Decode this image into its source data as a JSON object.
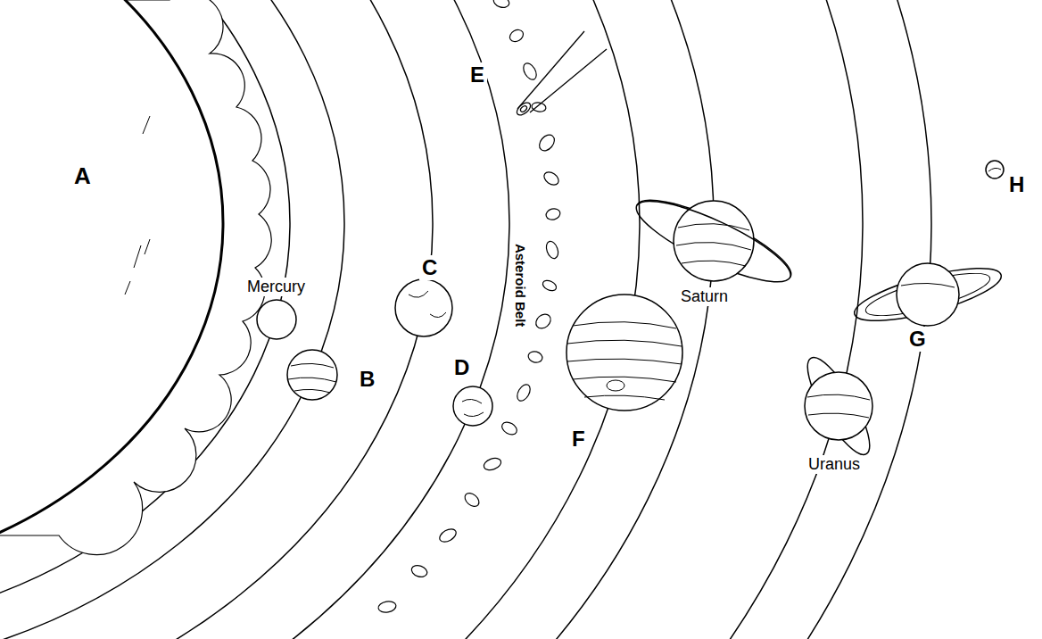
{
  "diagram": {
    "labels": [
      "A",
      "E",
      "Mercury",
      "C",
      "B",
      "D",
      "Asteroid Belt",
      "Saturn",
      "F",
      "Uranus",
      "G",
      "H"
    ]
  }
}
